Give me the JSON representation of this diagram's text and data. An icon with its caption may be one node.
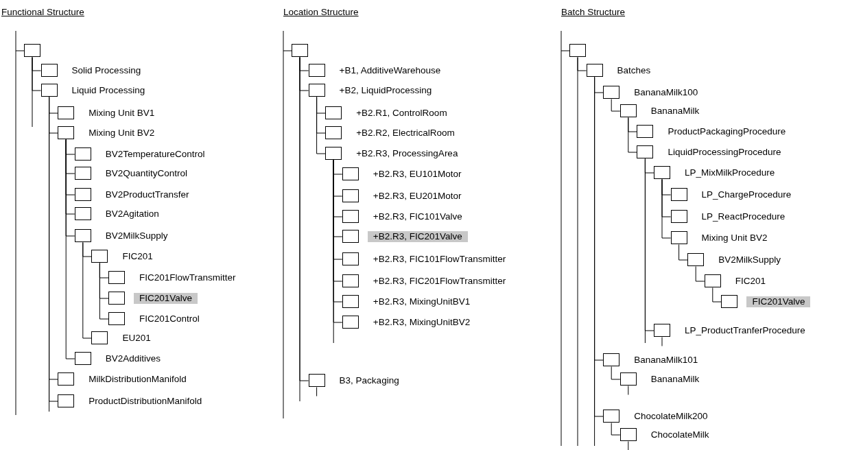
{
  "diagram": {
    "nodes": [
      {
        "text": [],
        "shape": "box"
      },
      {
        "text": [
          "Solid Processing"
        ]
      },
      {
        "text": [
          "Liquid Processing"
        ]
      },
      {
        "text": [
          "Mixing Unit BV1"
        ]
      },
      {
        "text": [
          "Mixing Unit BV2"
        ]
      },
      {
        "text": [
          "BV2TemperatureControl"
        ]
      },
      {
        "text": [
          "BV2QuantityControl"
        ]
      },
      {
        "text": [
          "BV2ProductTransfer"
        ]
      },
      {
        "text": [
          "BV2Agitation"
        ]
      },
      {
        "text": [
          "BV2MilkSupply"
        ]
      },
      {
        "text": [
          "FIC201"
        ]
      },
      {
        "text": [
          "FIC201FlowTransmitter"
        ]
      },
      {
        "text": [
          "FIC201Valve"
        ]
      },
      {
        "text": [
          "FIC201Control"
        ]
      },
      {
        "text": [
          "EU201"
        ]
      },
      {
        "text": [
          "BV2Additives"
        ]
      },
      {
        "text": [
          "MilkDistributionManifold"
        ]
      },
      {
        "text": [
          "ProductDistributionManifold"
        ]
      },
      {
        "text": [],
        "shape": "box"
      },
      {
        "text": [
          "+B1, AdditiveWarehouse"
        ]
      },
      {
        "text": [
          "+B2, LiquidProcessing"
        ]
      },
      {
        "text": [
          "+B2.R1, ControlRoom"
        ]
      },
      {
        "text": [
          "+B2.R2, ElectricalRoom"
        ]
      },
      {
        "text": [
          "+B2.R3, ProcessingArea"
        ]
      },
      {
        "text": [
          "+B2.R3, EU101Motor"
        ]
      },
      {
        "text": [
          "+B2.R3, EU201Motor"
        ]
      },
      {
        "text": [
          "+B2.R3, FIC101Valve"
        ]
      },
      {
        "text": [
          "+B2.R3, FIC201Valve"
        ]
      },
      {
        "text": [
          "+B2.R3, FIC101FlowTransmitter"
        ]
      },
      {
        "text": [
          "+B2.R3, FIC201FlowTransmitter"
        ]
      },
      {
        "text": [
          "+B2.R3, MixingUnitBV1"
        ]
      },
      {
        "text": [
          "+B2.R3, MixingUnitBV2"
        ]
      },
      {
        "text": [
          "B3, Packaging"
        ]
      },
      {
        "text": [],
        "shape": "box"
      },
      {
        "text": [
          "Batches"
        ]
      },
      {
        "text": [
          "BananaMilk100"
        ]
      },
      {
        "text": [
          "BananaMilk"
        ]
      },
      {
        "text": [
          "ProductPackagingProcedure"
        ]
      },
      {
        "text": [
          "LiquidProcessingProcedure"
        ]
      },
      {
        "text": [
          "LP_MixMilkProcedure"
        ]
      },
      {
        "text": [
          "LP_ChargeProcedure"
        ]
      },
      {
        "text": [
          "LP_ReactProcedure"
        ]
      },
      {
        "text": [
          "Mixing Unit BV2"
        ]
      },
      {
        "text": [
          "BV2MilkSupply"
        ]
      },
      {
        "text": [
          "FIC201"
        ]
      },
      {
        "text": [
          "FIC201Valve"
        ]
      },
      {
        "text": [
          "LP_ProductTranferProcedure"
        ]
      },
      {
        "text": [
          "BananaMilk101"
        ]
      },
      {
        "text": [
          "BananaMilk"
        ]
      },
      {
        "text": [
          "ChocolateMilk200"
        ]
      },
      {
        "text": [
          "ChocolateMilk"
        ]
      }
    ],
    "edges": [
      {
        "from": null,
        "to": 0,
        "arrow": "none"
      },
      {
        "from": 0,
        "to": 1,
        "arrow": "none"
      },
      {
        "from": 0,
        "to": 2,
        "arrow": "none"
      },
      {
        "from": 2,
        "to": 3,
        "arrow": "none"
      },
      {
        "from": 2,
        "to": 4,
        "arrow": "none"
      },
      {
        "from": 4,
        "to": 5,
        "arrow": "none"
      },
      {
        "from": 4,
        "to": 6,
        "arrow": "none"
      },
      {
        "from": 4,
        "to": 7,
        "arrow": "none"
      },
      {
        "from": 4,
        "to": 8,
        "arrow": "none"
      },
      {
        "from": 4,
        "to": 9,
        "arrow": "none"
      },
      {
        "from": 9,
        "to": 10,
        "arrow": "none"
      },
      {
        "from": 10,
        "to": 11,
        "arrow": "none"
      },
      {
        "from": 10,
        "to": 12,
        "arrow": "none"
      },
      {
        "from": 10,
        "to": 13,
        "arrow": "none"
      },
      {
        "from": 9,
        "to": 14,
        "arrow": "none"
      },
      {
        "from": 4,
        "to": 15,
        "arrow": "none"
      },
      {
        "from": 2,
        "to": 16,
        "arrow": "none"
      },
      {
        "from": 2,
        "to": 17,
        "arrow": "none"
      },
      {
        "from": null,
        "to": 18,
        "arrow": "none"
      },
      {
        "from": 18,
        "to": 19,
        "arrow": "none"
      },
      {
        "from": 18,
        "to": 20,
        "arrow": "none"
      },
      {
        "from": 20,
        "to": 21,
        "arrow": "none"
      },
      {
        "from": 20,
        "to": 22,
        "arrow": "none"
      },
      {
        "from": 20,
        "to": 23,
        "arrow": "none"
      },
      {
        "from": 23,
        "to": 24,
        "arrow": "none"
      },
      {
        "from": 23,
        "to": 25,
        "arrow": "none"
      },
      {
        "from": 23,
        "to": 26,
        "arrow": "none"
      },
      {
        "from": 23,
        "to": 27,
        "arrow": "none"
      },
      {
        "from": 23,
        "to": 28,
        "arrow": "none"
      },
      {
        "from": 23,
        "to": 29,
        "arrow": "none"
      },
      {
        "from": 23,
        "to": 30,
        "arrow": "none"
      },
      {
        "from": 23,
        "to": 31,
        "arrow": "none"
      },
      {
        "from": 18,
        "to": 32,
        "arrow": "none"
      },
      {
        "from": 32,
        "to": null,
        "arrow": "none"
      },
      {
        "from": null,
        "to": 33,
        "arrow": "none"
      },
      {
        "from": 33,
        "to": 34,
        "arrow": "none"
      },
      {
        "from": 34,
        "to": 35,
        "arrow": "none"
      },
      {
        "from": 35,
        "to": 36,
        "arrow": "none"
      },
      {
        "from": 36,
        "to": 37,
        "arrow": "none"
      },
      {
        "from": 36,
        "to": 38,
        "arrow": "none"
      },
      {
        "from": 38,
        "to": 39,
        "arrow": "none"
      },
      {
        "from": 39,
        "to": 40,
        "arrow": "none"
      },
      {
        "from": 39,
        "to": 41,
        "arrow": "none"
      },
      {
        "from": 39,
        "to": 42,
        "arrow": "none"
      },
      {
        "from": 42,
        "to": 43,
        "arrow": "none"
      },
      {
        "from": 43,
        "to": 44,
        "arrow": "none"
      },
      {
        "from": 44,
        "to": 45,
        "arrow": "none"
      },
      {
        "from": 38,
        "to": 46,
        "arrow": "none"
      },
      {
        "from": 46,
        "to": null,
        "arrow": "none"
      },
      {
        "from": 34,
        "to": 47,
        "arrow": "none"
      },
      {
        "from": 47,
        "to": 48,
        "arrow": "none"
      },
      {
        "from": 48,
        "to": null,
        "arrow": "none"
      },
      {
        "from": 34,
        "to": 49,
        "arrow": "none"
      },
      {
        "from": 49,
        "to": 50,
        "arrow": "none"
      },
      {
        "from": 50,
        "to": null,
        "arrow": "none"
      }
    ],
    "labels": [
      "Functional Structure",
      "Location Structure",
      "Batch Structure"
    ]
  }
}
